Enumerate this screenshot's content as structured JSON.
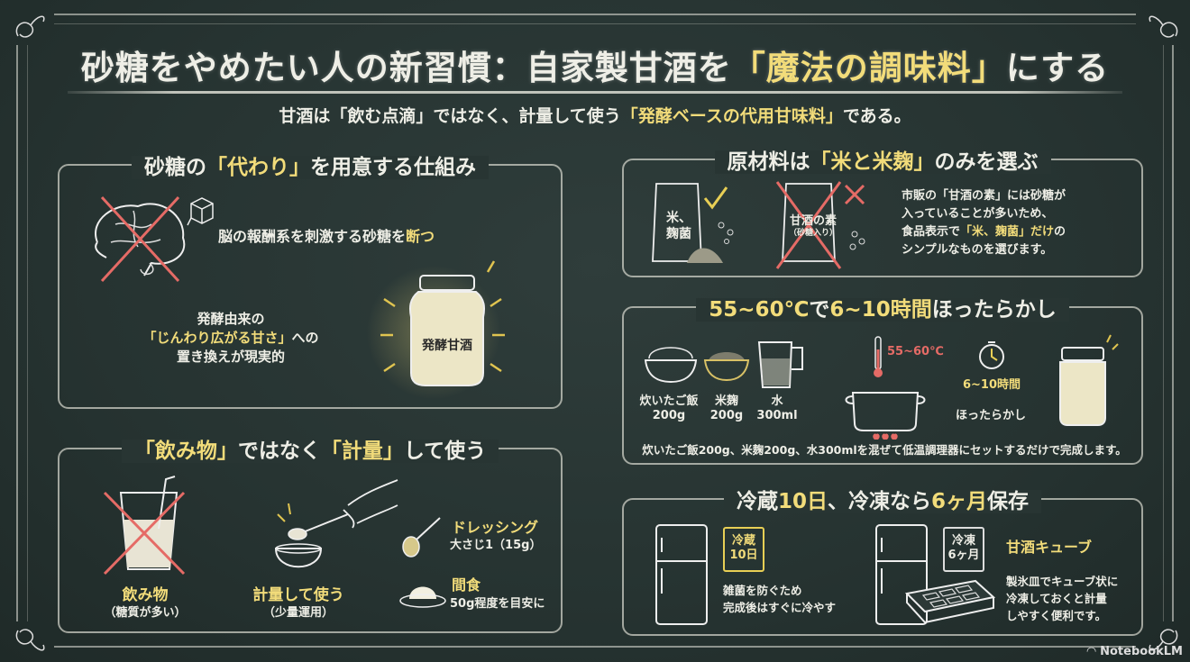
{
  "header": {
    "title_pre": "砂糖をやめたい人の新習慣：自家製甘酒を",
    "title_highlight": "「魔法の調味料」",
    "title_post": "にする",
    "subtitle_pre": "甘酒は「飲む点滴」ではなく、計量して使う",
    "subtitle_highlight": "「発酵ベースの代用甘味料」",
    "subtitle_post": "である。"
  },
  "panel_substitute": {
    "title_pre": "砂糖の",
    "title_highlight": "「代わり」",
    "title_post": "を用意する仕組み",
    "brain_text_pre": "脳の報酬系を刺激する砂糖を",
    "brain_text_highlight": "断つ",
    "ferment_line1": "発酵由来の",
    "ferment_line2_highlight": "「じんわり広がる甘さ」",
    "ferment_line2_post": "への",
    "ferment_line3": "置き換えが現実的",
    "jar_label": "発酵甘酒",
    "icons": [
      "brain-crossed-icon",
      "sugar-cube-icon",
      "glowing-jar-icon"
    ]
  },
  "panel_measure": {
    "title_h1": "「飲み物」",
    "title_mid": "ではなく",
    "title_h2": "「計量」",
    "title_post": "して使う",
    "drink_label": "飲み物",
    "drink_sub": "（糖質が多い）",
    "measure_label": "計量して使う",
    "measure_sub": "（少量運用）",
    "dressing_label": "ドレッシング",
    "dressing_sub": "大さじ1（15g）",
    "snack_label": "間食",
    "snack_sub": "50g程度を目安に"
  },
  "panel_ingredients": {
    "title_pre": "原材料は",
    "title_highlight": "「米と米麹」",
    "title_post": "のみを選ぶ",
    "bag_good_label_1": "米、",
    "bag_good_label_2": "麹菌",
    "bag_bad_label_1": "甘酒の素",
    "bag_bad_label_2": "（砂糖入り）",
    "desc_line1": "市販の「甘酒の素」には砂糖が",
    "desc_line2": "入っていることが多いため、",
    "desc_line3_pre": "食品表示で",
    "desc_line3_highlight": "「米、麹菌」だけ",
    "desc_line3_post": "の",
    "desc_line4": "シンプルなものを選びます。"
  },
  "panel_recipe": {
    "title_h1": "55~60℃",
    "title_mid": "で",
    "title_h2": "6~10時間",
    "title_post": "ほったらかし",
    "rice_label": "炊いたご飯",
    "rice_amount": "200g",
    "koji_label": "米麹",
    "koji_amount": "200g",
    "water_label": "水",
    "water_amount": "300ml",
    "temp_label": "55~60℃",
    "time_label": "6~10時間",
    "leave_label": "ほったらかし",
    "footer": "炊いたご飯200g、米麹200g、水300mlを混ぜて低温調理器にセットするだけで完成します。"
  },
  "panel_storage": {
    "title_pre": "冷蔵",
    "title_h1": "10日",
    "title_mid": "、冷凍なら",
    "title_h2": "6ヶ月",
    "title_post": "保存",
    "fridge_cal_1": "冷蔵",
    "fridge_cal_2": "10日",
    "fridge_desc_1": "雑菌を防ぐため",
    "fridge_desc_2": "完成後はすぐに冷やす",
    "freezer_cal_1": "冷凍",
    "freezer_cal_2": "6ヶ月",
    "cube_title": "甘酒キューブ",
    "cube_desc_1": "製氷皿でキューブ状に",
    "cube_desc_2": "冷凍しておくと計量",
    "cube_desc_3": "しやすく便利です。"
  },
  "watermark": "NotebookLM",
  "colors": {
    "background": "#283533",
    "chalk": "#eeeee6",
    "highlight_yellow": "#f2dc7a",
    "cross_red": "#e56b66"
  }
}
